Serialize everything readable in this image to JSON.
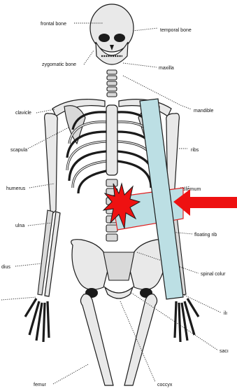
{
  "labels": {
    "frontal_bone": "frontal bone",
    "temporal_bone": "temporal bone",
    "zygomatic_bone": "zygomatic bone",
    "maxilla": "maxilla",
    "clavicle": "clavicle",
    "mandible": "mandible",
    "scapula": "scapula",
    "ribs": "ribs",
    "humerus": "humerus",
    "sternum": "sternum",
    "ulna": "ulna",
    "floating_rib": "floating rib",
    "radius": "dius",
    "spinal_column": "spinal colur",
    "ilium": "ilı",
    "sacrum": "sacı",
    "femur": "femur",
    "coccyx": "coccyx"
  },
  "colors": {
    "bar_fill": "#bcdfe4",
    "arrow": "#ee1111",
    "burst": "#ee1111",
    "overlay_outline": "#e02020"
  }
}
